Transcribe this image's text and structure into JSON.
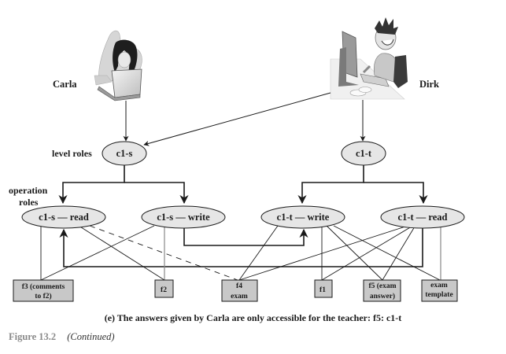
{
  "figure": {
    "people": {
      "carla": "Carla",
      "dirk": "Dirk"
    },
    "row_labels": {
      "level_roles": "level roles",
      "operation_roles_line1": "operation",
      "operation_roles_line2": "roles"
    },
    "level_roles": [
      {
        "id": "c1-s",
        "label": "c1-s"
      },
      {
        "id": "c1-t",
        "label": "c1-t"
      }
    ],
    "operation_roles": [
      {
        "id": "c1-s-read",
        "label": "c1-s — read"
      },
      {
        "id": "c1-s-write",
        "label": "c1-s — write"
      },
      {
        "id": "c1-t-write",
        "label": "c1-t — write"
      },
      {
        "id": "c1-t-read",
        "label": "c1-t — read"
      }
    ],
    "files": [
      {
        "id": "f3",
        "line1": "f3 (comments",
        "line2": "to f2)"
      },
      {
        "id": "f2",
        "line1": "f2",
        "line2": ""
      },
      {
        "id": "f4",
        "line1": "f4",
        "line2": "exam"
      },
      {
        "id": "f1",
        "line1": "f1",
        "line2": ""
      },
      {
        "id": "f5",
        "line1": "f5 (exam",
        "line2": "answer)"
      },
      {
        "id": "template",
        "line1": "exam",
        "line2": "template"
      }
    ],
    "edges": [
      {
        "from": "Carla",
        "to": "c1-s",
        "kind": "assignment"
      },
      {
        "from": "Dirk",
        "to": "c1-s",
        "kind": "assignment"
      },
      {
        "from": "Dirk",
        "to": "c1-t",
        "kind": "assignment"
      },
      {
        "from": "c1-s",
        "to": "c1-s-read",
        "kind": "hierarchy"
      },
      {
        "from": "c1-s",
        "to": "c1-s-write",
        "kind": "hierarchy"
      },
      {
        "from": "c1-t",
        "to": "c1-t-write",
        "kind": "hierarchy"
      },
      {
        "from": "c1-t",
        "to": "c1-t-read",
        "kind": "hierarchy"
      },
      {
        "from": "c1-s-write",
        "to": "c1-t-write",
        "kind": "inheritance"
      },
      {
        "from": "c1-t-read",
        "to": "c1-s-read",
        "kind": "inheritance"
      },
      {
        "from": "c1-s-read",
        "to": "f3",
        "kind": "permission"
      },
      {
        "from": "c1-s-read",
        "to": "f2",
        "kind": "permission"
      },
      {
        "from": "c1-s-read",
        "to": "f4",
        "kind": "revoked"
      },
      {
        "from": "c1-s-write",
        "to": "f3",
        "kind": "permission"
      },
      {
        "from": "c1-s-write",
        "to": "f2",
        "kind": "permission"
      },
      {
        "from": "c1-t-write",
        "to": "f4",
        "kind": "permission"
      },
      {
        "from": "c1-t-write",
        "to": "f1",
        "kind": "permission"
      },
      {
        "from": "c1-t-write",
        "to": "f5",
        "kind": "permission"
      },
      {
        "from": "c1-t-write",
        "to": "template",
        "kind": "permission"
      },
      {
        "from": "c1-t-read",
        "to": "f4",
        "kind": "permission"
      },
      {
        "from": "c1-t-read",
        "to": "f1",
        "kind": "permission"
      },
      {
        "from": "c1-t-read",
        "to": "f5",
        "kind": "permission"
      },
      {
        "from": "c1-t-read",
        "to": "template",
        "kind": "permission"
      }
    ],
    "caption": "(e) The answers given by Carla are only accessible for the teacher: f5: c1-t",
    "figure_number": "Figure 13.2",
    "figure_note": "(Continued)"
  }
}
